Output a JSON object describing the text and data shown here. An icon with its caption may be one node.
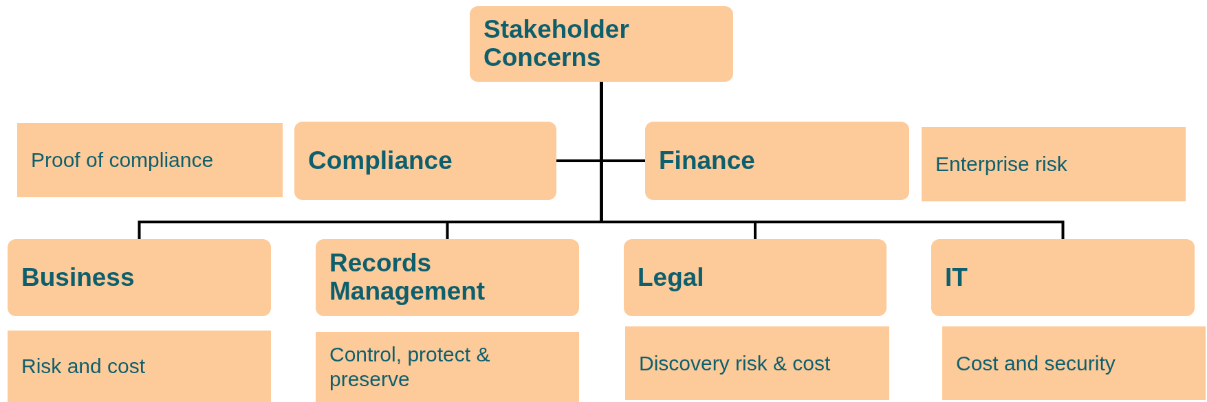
{
  "diagram": {
    "nodes": [
      {
        "text": [
          "Stakeholder Concerns"
        ]
      },
      {
        "text": [
          "Proof of compliance"
        ]
      },
      {
        "text": [
          "Compliance"
        ]
      },
      {
        "text": [
          "Finance"
        ]
      },
      {
        "text": [
          "Enterprise risk"
        ]
      },
      {
        "text": [
          "Business"
        ]
      },
      {
        "text": [
          "Records Management"
        ]
      },
      {
        "text": [
          "Legal"
        ]
      },
      {
        "text": [
          "IT"
        ]
      },
      {
        "text": [
          "Risk and cost"
        ]
      },
      {
        "text": [
          "Control, protect & preserve"
        ]
      },
      {
        "text": [
          "Discovery risk & cost"
        ]
      },
      {
        "text": [
          "Cost and security"
        ]
      }
    ],
    "edges": [
      {
        "from": 0,
        "to": 2,
        "arrow": "none"
      },
      {
        "from": 0,
        "to": 3,
        "arrow": "none"
      },
      {
        "from": 0,
        "to": 5,
        "arrow": "none"
      },
      {
        "from": 0,
        "to": 6,
        "arrow": "none"
      },
      {
        "from": 0,
        "to": 7,
        "arrow": "none"
      },
      {
        "from": 0,
        "to": 8,
        "arrow": "none"
      }
    ]
  }
}
